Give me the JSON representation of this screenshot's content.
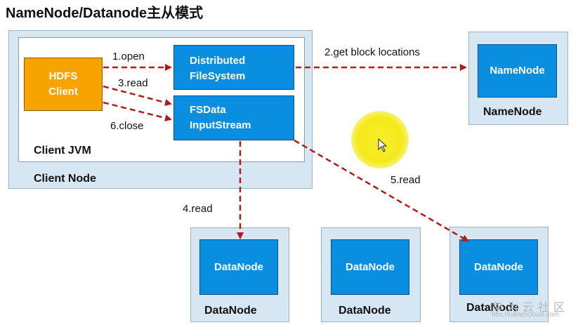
{
  "title": "NameNode/Datanode主从模式",
  "nodes": {
    "hdfs_client": "HDFS\nClient",
    "distributed_fs": "Distributed\nFileSystem",
    "fsdata_stream": "FSData\nInputStream",
    "namenode_inner": "NameNode",
    "datanode_inner": "DataNode"
  },
  "labels": {
    "client_jvm": "Client JVM",
    "client_node": "Client Node",
    "namenode_outer": "NameNode",
    "datanode_outer": "DataNode"
  },
  "edges": {
    "open": "1.open",
    "get_block": "2.get block locations",
    "read3": "3.read",
    "read4": "4.read",
    "read5": "5.read",
    "close": "6.close"
  },
  "colors": {
    "node_blue": "#0a8fe0",
    "client_orange": "#f8a400",
    "container_bg": "#d7e6f3",
    "arrow_red": "#b21b16"
  },
  "watermark": {
    "brand": "华为云社区",
    "url": "bbs.huaweicloud.com"
  }
}
